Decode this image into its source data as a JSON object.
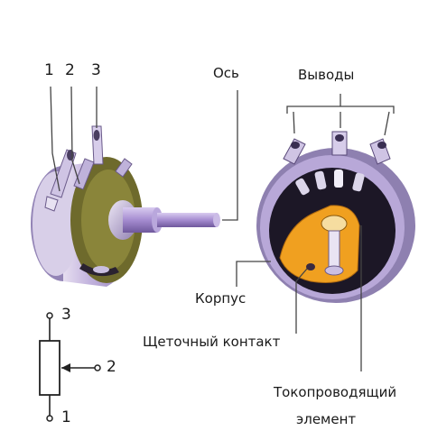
{
  "labels": {
    "pin_1": "1",
    "pin_2": "2",
    "pin_3": "3",
    "axis": "Ось",
    "terminals": "Выводы",
    "housing": "Корпус",
    "brush_contact": "Щеточный контакт",
    "conductive_element_line1": "Токопроводящий",
    "conductive_element_line2": "элемент",
    "schematic_pin_3": "3",
    "schematic_pin_2": "2",
    "schematic_pin_1": "1"
  },
  "colors": {
    "housing_lavender": "#b8a8d8",
    "shaft_purple": "#9b7fc9",
    "contact_orange": "#f0a020",
    "dark_interior": "#1c1726",
    "wafer_olive": "#6e6a2c",
    "leader_line": "#444444"
  }
}
